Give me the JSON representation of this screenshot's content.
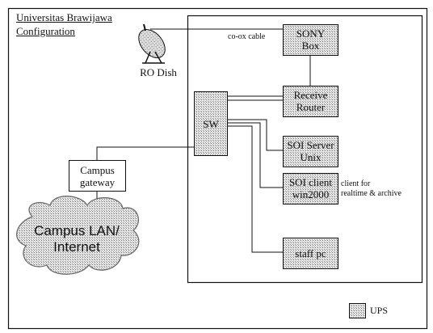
{
  "title": {
    "line1": "Universitas Brawijawa",
    "line2": "Configuration"
  },
  "nodes": {
    "ro_dish": "RO Dish",
    "sony_box": [
      "SONY",
      "Box"
    ],
    "receive_router": [
      "Receive",
      "Router"
    ],
    "sw": "SW",
    "soi_server": [
      "SOI Server",
      "Unix"
    ],
    "soi_client": [
      "SOI client",
      "win2000"
    ],
    "staff_pc": "staff pc",
    "campus_gateway": [
      "Campus",
      "gateway"
    ],
    "campus_lan": [
      "Campus LAN/",
      "Internet"
    ]
  },
  "annotations": {
    "coax": "co-ox cable",
    "client_note": [
      "client for",
      "realtime & archive"
    ]
  },
  "legend": {
    "label": "UPS"
  },
  "colors": {
    "line": "#111111",
    "ups_fill": "#c8c8c8",
    "background": "#ffffff"
  }
}
